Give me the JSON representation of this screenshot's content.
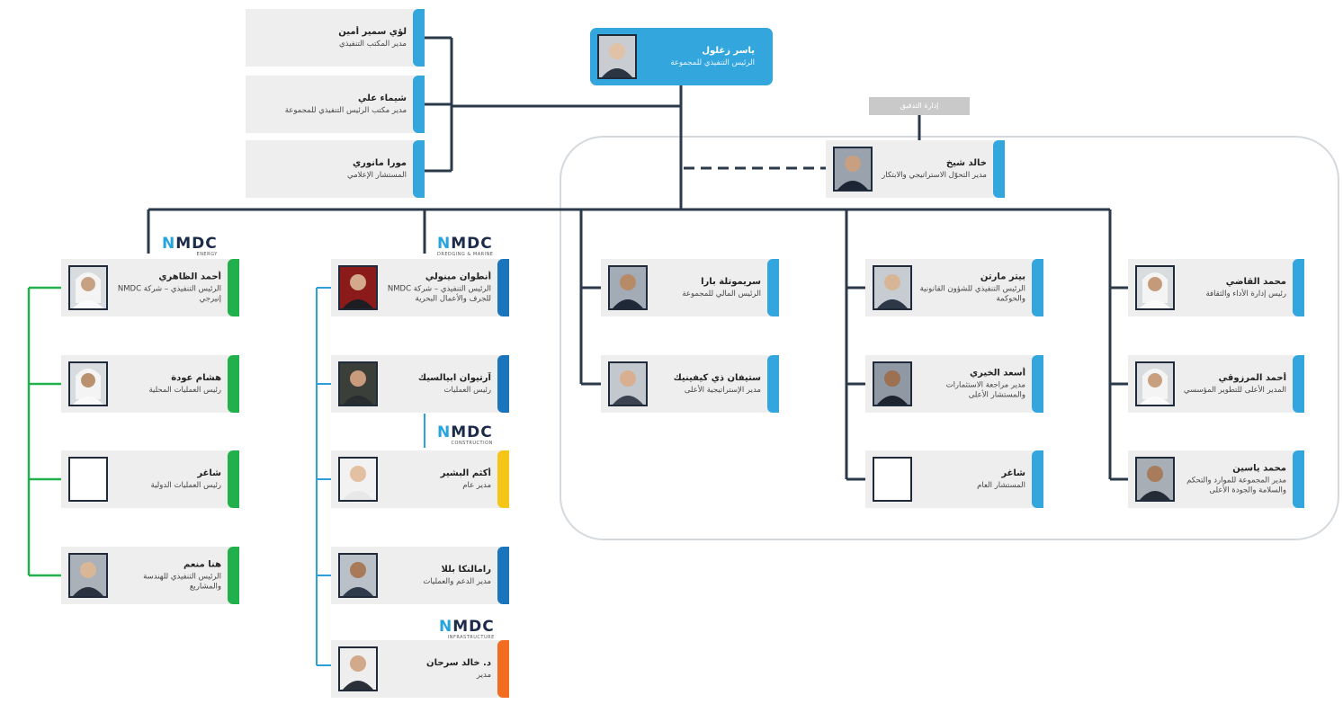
{
  "colors": {
    "blue": "#34a6de",
    "navy_blue": "#1b75bc",
    "green": "#21b04b",
    "yellow": "#f5c518",
    "orange": "#f26c21",
    "line": "#2b3a4a",
    "frame": "#d4d9de"
  },
  "tag": "إدارة التدقيق",
  "logos": {
    "text": "NMDC",
    "left_sub": "ENERGY",
    "mid_sub": "DREDGING & MARINE",
    "construction_sub": "CONSTRUCTION",
    "third_sub": "INFRASTRUCTURE"
  },
  "ceo": {
    "name": "ياسر زغلول",
    "title": "الرئيس التنفيذي للمجموعة"
  },
  "staff": [
    {
      "name": "لؤي سمير أمين",
      "title": "مدير المكتب التنفيذي"
    },
    {
      "name": "شيماء علي",
      "title": "مدير مكتب الرئيس التنفيذي للمجموعة"
    },
    {
      "name": "مورا مانوري",
      "title": "المستشار الإعلامي"
    }
  ],
  "strategy": {
    "name": "خالد شيخ",
    "title": "مدير التحوّل الاستراتيجي والابتكار"
  },
  "energy": [
    {
      "name": "أحمد الظاهري",
      "title": "الرئيس التنفيذي – شركة NMDC إنيرجي"
    },
    {
      "name": "هشام عودة",
      "title": "رئيس العمليات المحلية"
    },
    {
      "name": "شاغر",
      "title": "رئيس العمليات الدولية"
    },
    {
      "name": "هنا منعم",
      "title": "الرئيس التنفيذي للهندسة والمشاريع"
    }
  ],
  "dredging": [
    {
      "name": "أنطوان مينولي",
      "title": "الرئيس التنفيذي – شركة NMDC للجرف والأعمال البحرية"
    },
    {
      "name": "آرتيوان ابيالسيك",
      "title": "رئيس العمليات"
    },
    {
      "name": "أكثم البشير",
      "title": "مدير عام"
    },
    {
      "name": "رامالنكا بللا",
      "title": "مدير الدعم والعمليات"
    },
    {
      "name": "د. خالد سرحان",
      "title": "مدير"
    }
  ],
  "group": [
    {
      "name": "سريموتلة بارا",
      "title": "الرئيس المالي للمجموعة"
    },
    {
      "name": "ستيفان ذي كيفينيك",
      "title": "مدير الإستراتيجية الأعلى"
    },
    {
      "name": "بيتر مارتن",
      "title": "الرئيس التنفيذي للشؤون القانونية والحوكمة"
    },
    {
      "name": "أسعد الخيري",
      "title": "مدير مراجعة الاستثمارات والمستشار الأعلى"
    },
    {
      "name": "شاغر",
      "title": "المستشار العام"
    },
    {
      "name": "محمد القاضي",
      "title": "رئيس إدارة الأداء والثقافة"
    },
    {
      "name": "أحمد المرزوقي",
      "title": "المدير الأعلى للتطوير المؤسسي"
    },
    {
      "name": "محمد ياسين",
      "title": "مدير المجموعة للموارد والتحكم والسلامة والجودة الأعلى"
    }
  ]
}
